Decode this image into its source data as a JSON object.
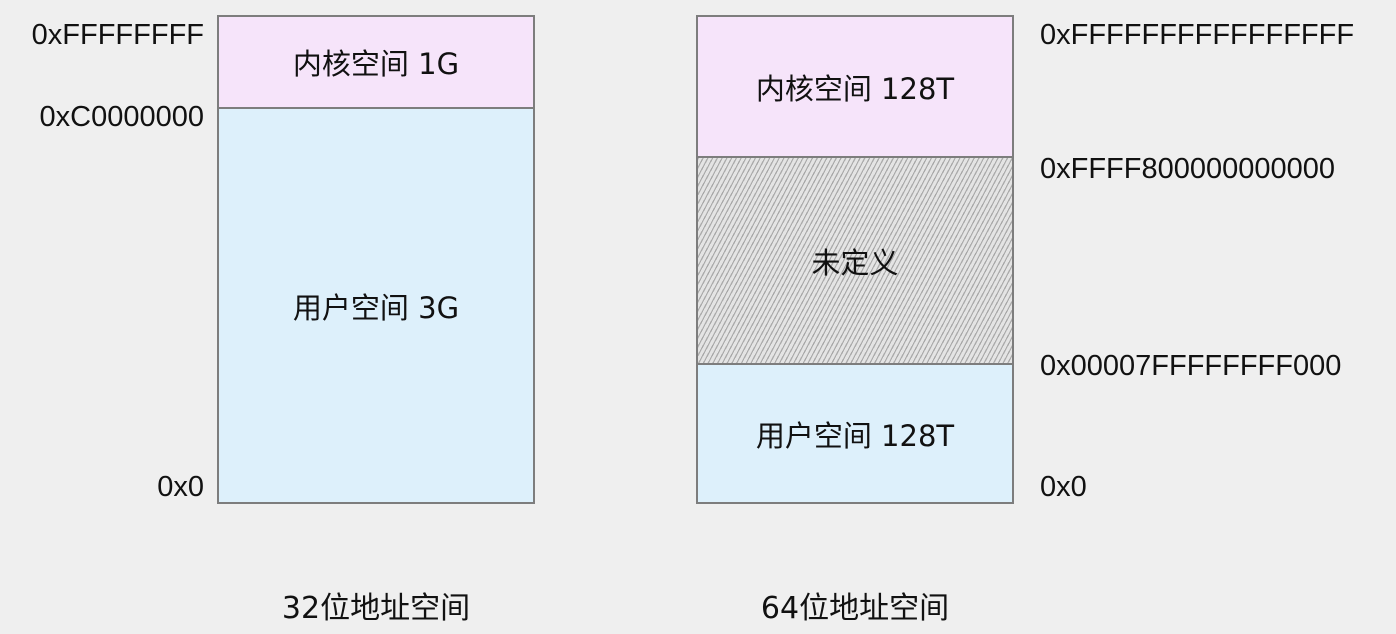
{
  "left": {
    "caption": "32位地址空间",
    "kernel_label": "内核空间 1G",
    "user_label": "用户空间 3G",
    "addr_top": "0xFFFFFFFF",
    "addr_kernel_start": "0xC0000000",
    "addr_bottom": "0x0"
  },
  "right": {
    "caption": "64位地址空间",
    "kernel_label": "内核空间 128T",
    "undefined_label": "未定义",
    "user_label": "用户空间 128T",
    "addr_top": "0xFFFFFFFFFFFFFFFF",
    "addr_kernel_start": "0xFFFF800000000000",
    "addr_user_end": "0x00007FFFFFFFF000",
    "addr_bottom": "0x0"
  },
  "colors": {
    "kernel": "#f6e4fa",
    "user": "#ddf0fb",
    "undefined": "#e4e4e4",
    "border": "#7d7d7d"
  }
}
